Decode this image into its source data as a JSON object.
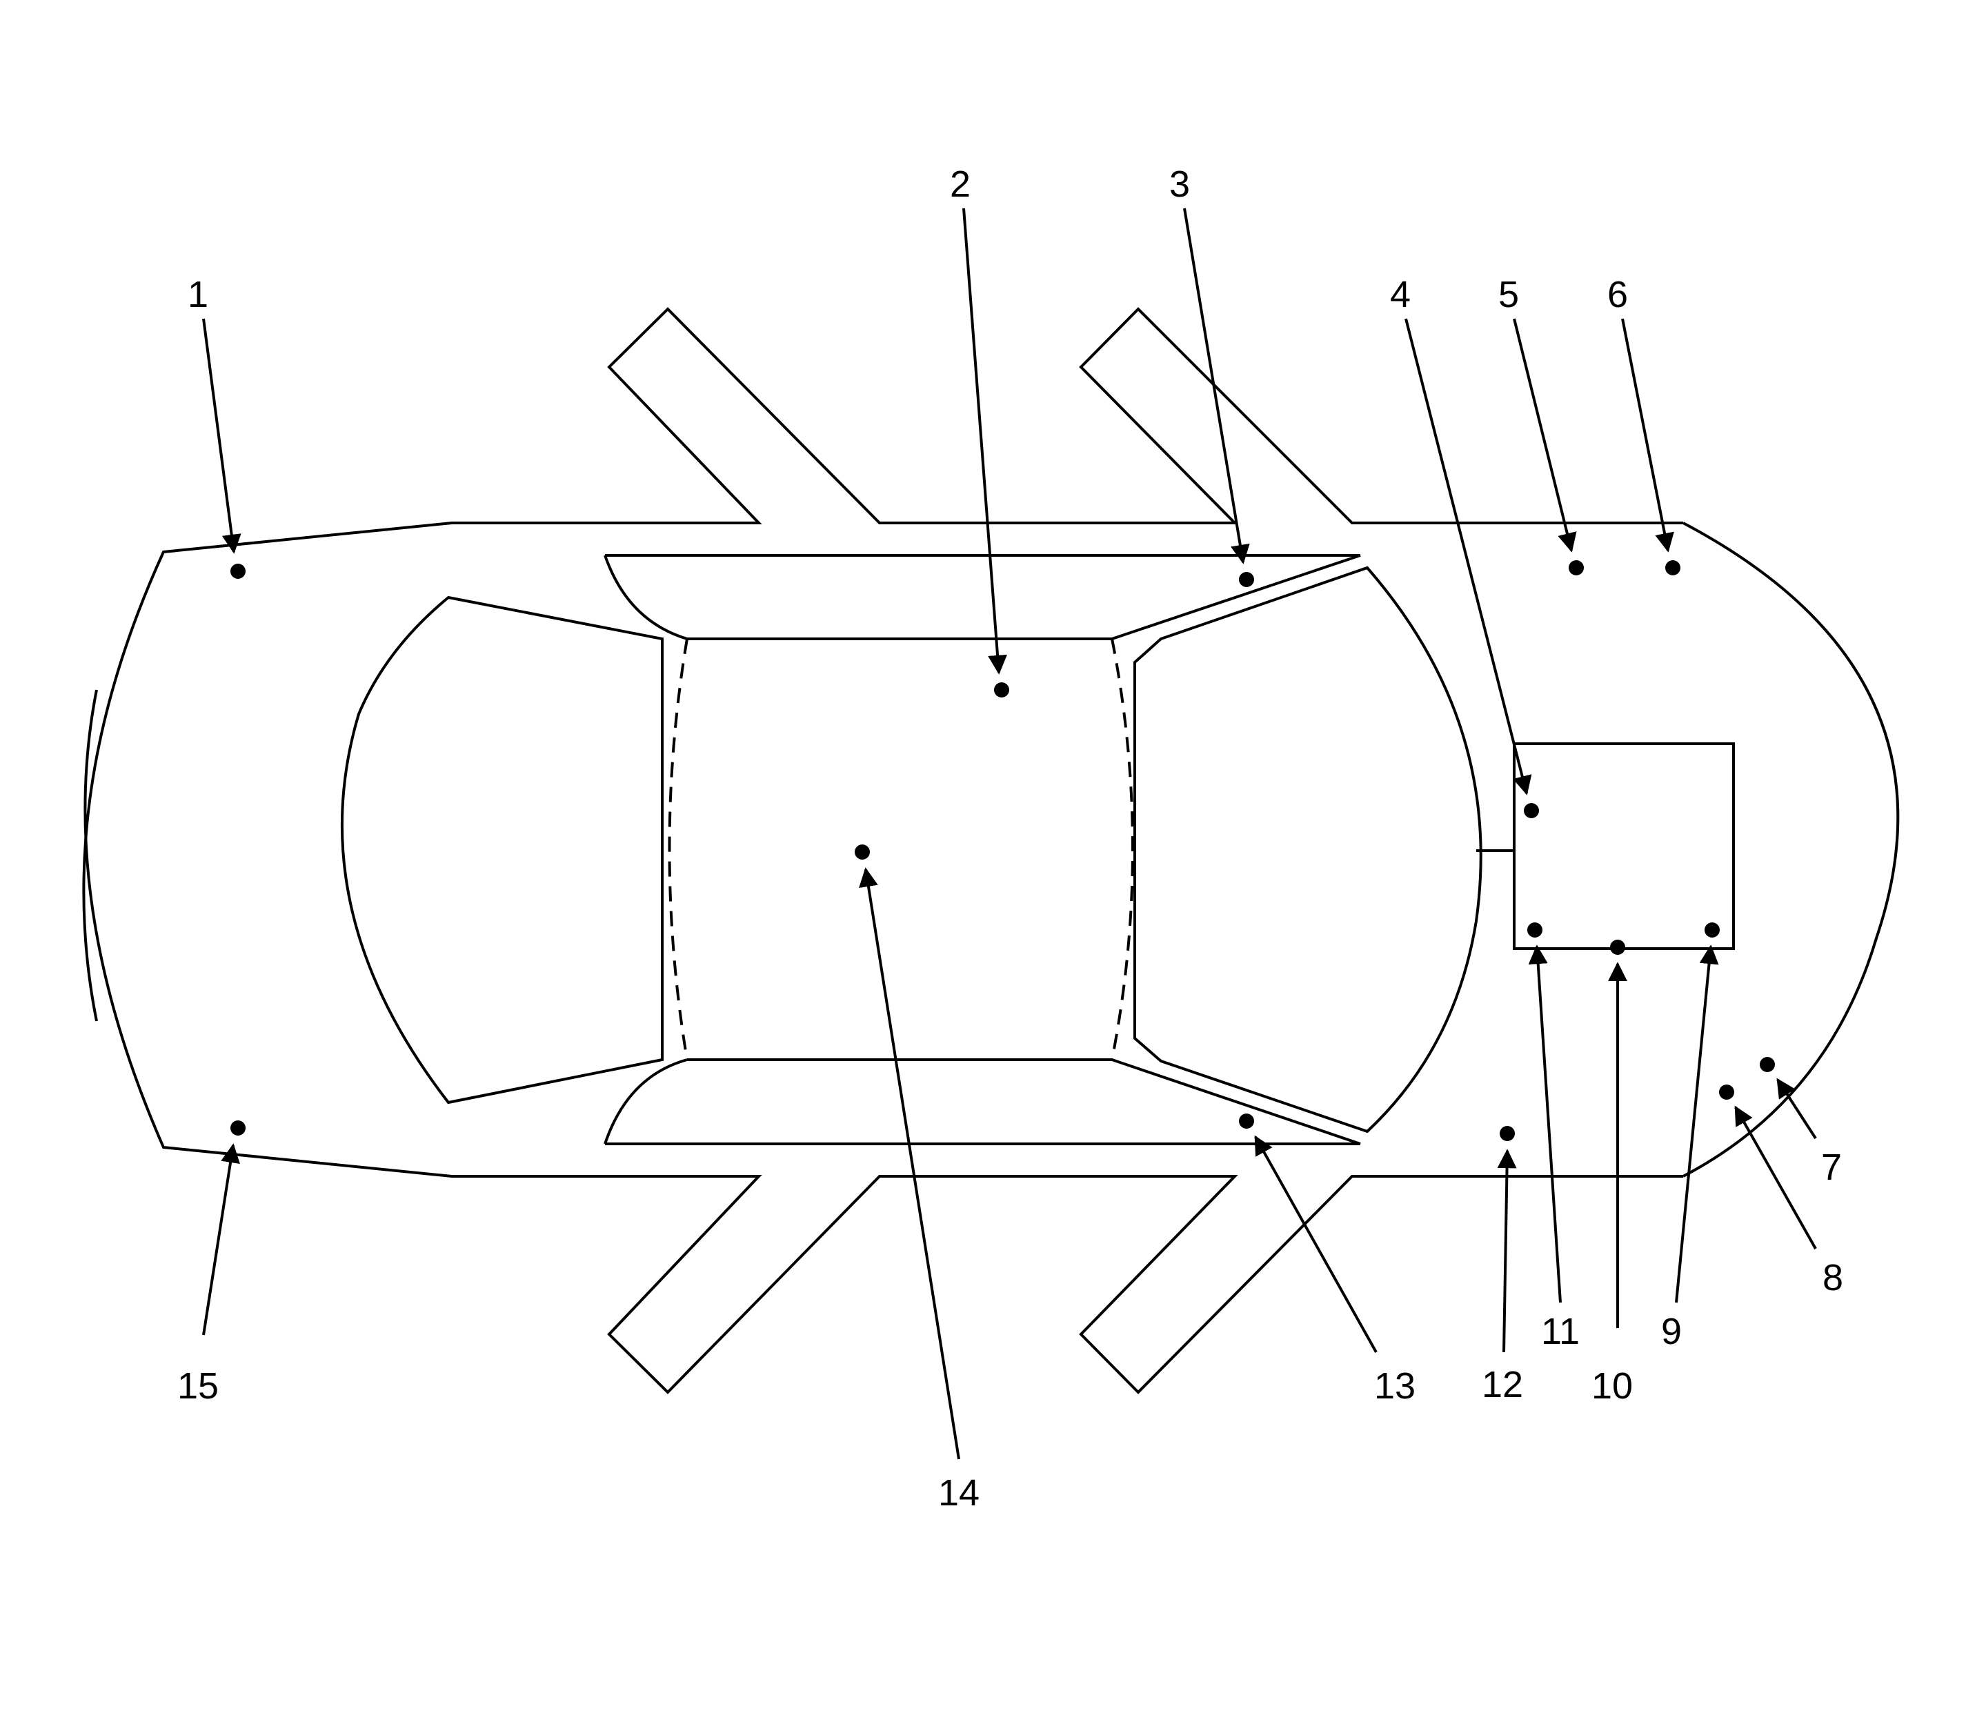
{
  "figure": {
    "callouts": [
      {
        "id": "c1",
        "label": "1"
      },
      {
        "id": "c2",
        "label": "2"
      },
      {
        "id": "c3",
        "label": "3"
      },
      {
        "id": "c4",
        "label": "4"
      },
      {
        "id": "c5",
        "label": "5"
      },
      {
        "id": "c6",
        "label": "6"
      },
      {
        "id": "c7",
        "label": "7"
      },
      {
        "id": "c8",
        "label": "8"
      },
      {
        "id": "c9",
        "label": "9"
      },
      {
        "id": "c10",
        "label": "10"
      },
      {
        "id": "c11",
        "label": "11"
      },
      {
        "id": "c12",
        "label": "12"
      },
      {
        "id": "c13",
        "label": "13"
      },
      {
        "id": "c14",
        "label": "14"
      },
      {
        "id": "c15",
        "label": "15"
      }
    ],
    "colors": {
      "line": "#000000",
      "background": "#ffffff"
    }
  }
}
